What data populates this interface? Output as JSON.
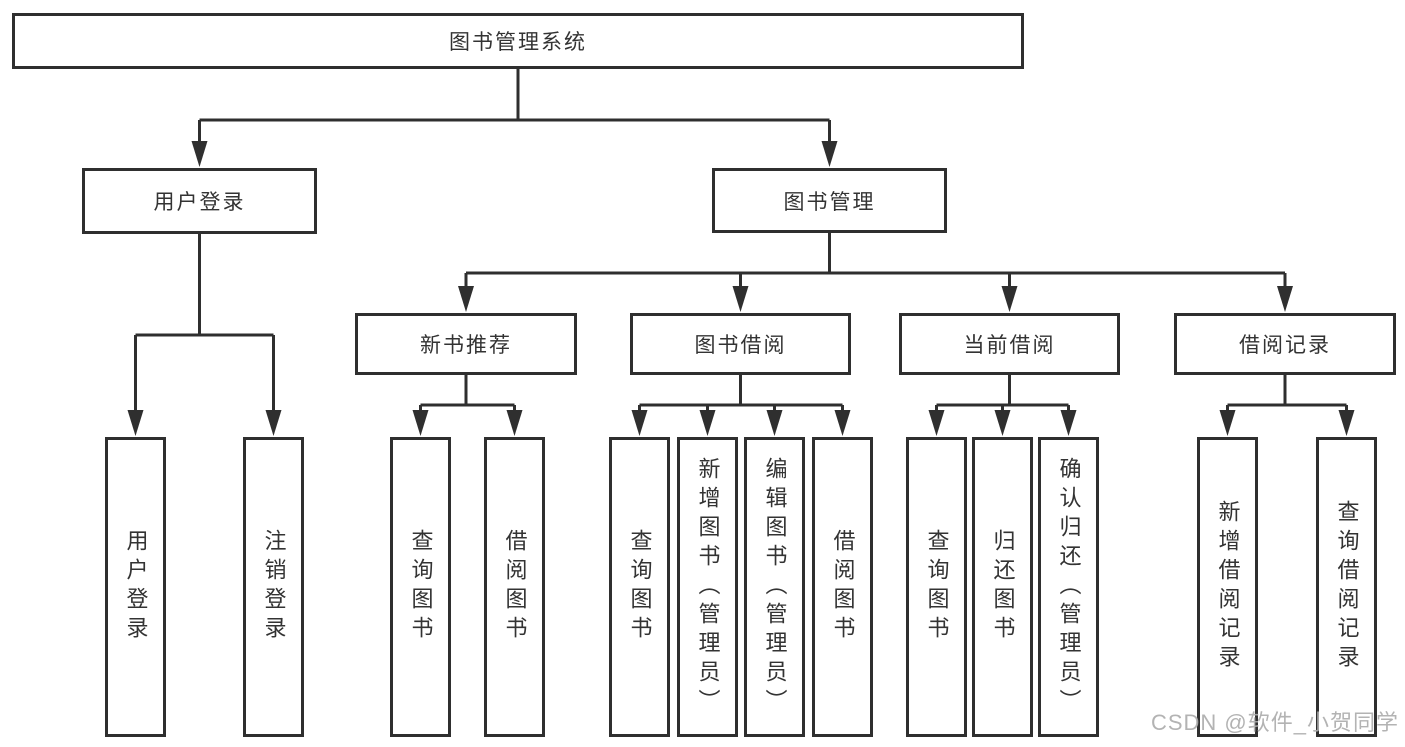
{
  "tree": {
    "root": "图书管理系统",
    "children": [
      {
        "label": "用户登录",
        "children": [
          "用户登录",
          "注销登录"
        ]
      },
      {
        "label": "图书管理",
        "children": [
          {
            "label": "新书推荐",
            "children": [
              "查询图书",
              "借阅图书"
            ]
          },
          {
            "label": "图书借阅",
            "children": [
              "查询图书",
              "新增图书（管理员）",
              "编辑图书（管理员）",
              "借阅图书"
            ]
          },
          {
            "label": "当前借阅",
            "children": [
              "查询图书",
              "归还图书",
              "确认归还（管理员）"
            ]
          },
          {
            "label": "借阅记录",
            "children": [
              "新增借阅记录",
              "查询借阅记录"
            ]
          }
        ]
      }
    ]
  },
  "watermark": "CSDN @软件_小贺同学",
  "colors": {
    "line": "#2f2f2f",
    "text": "#333333",
    "watermark": "#acacac"
  }
}
